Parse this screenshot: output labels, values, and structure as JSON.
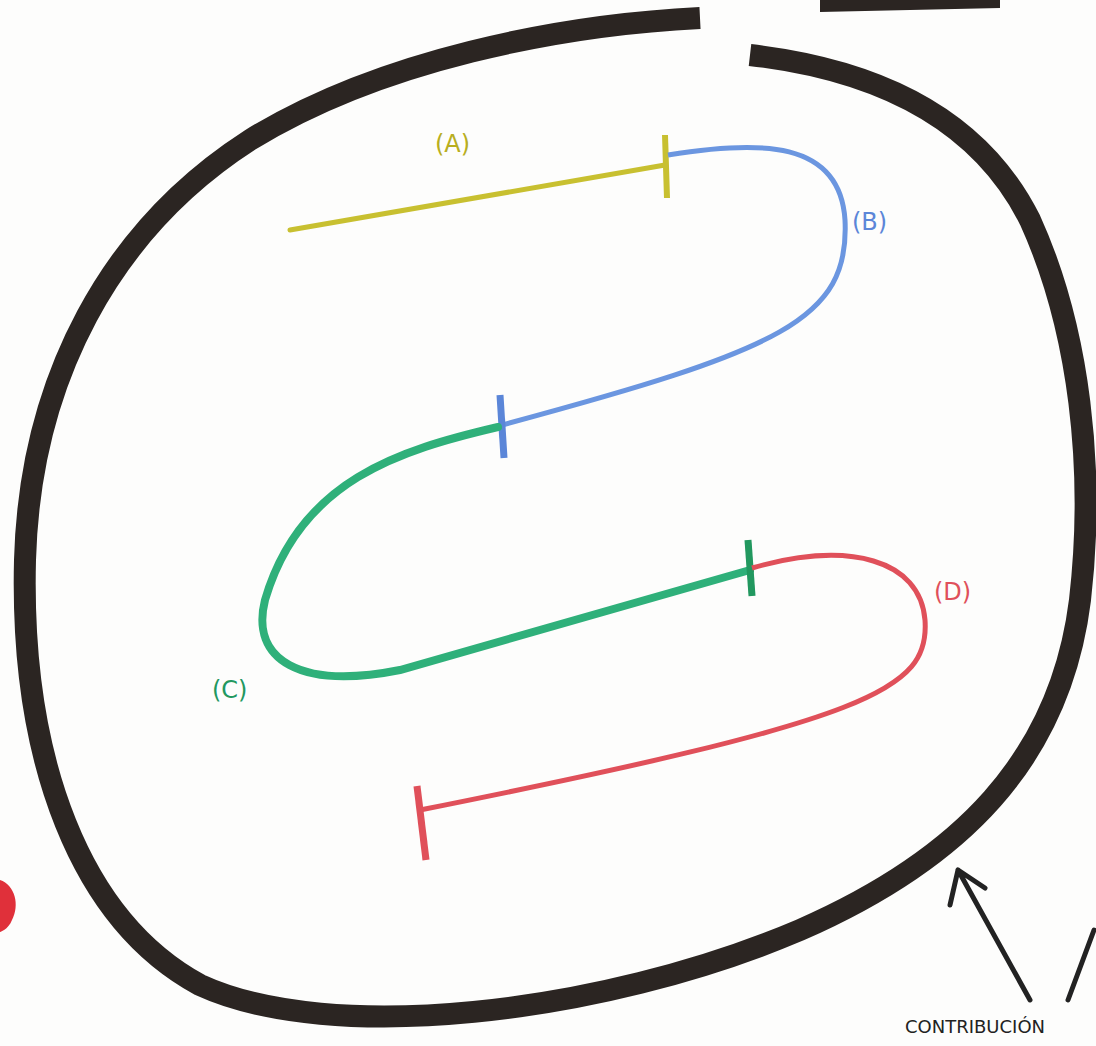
{
  "diagram": {
    "labels": [
      "(A)",
      "(B)",
      "(C)",
      "(D)",
      "CONTRIBUCIÓN"
    ]
  }
}
